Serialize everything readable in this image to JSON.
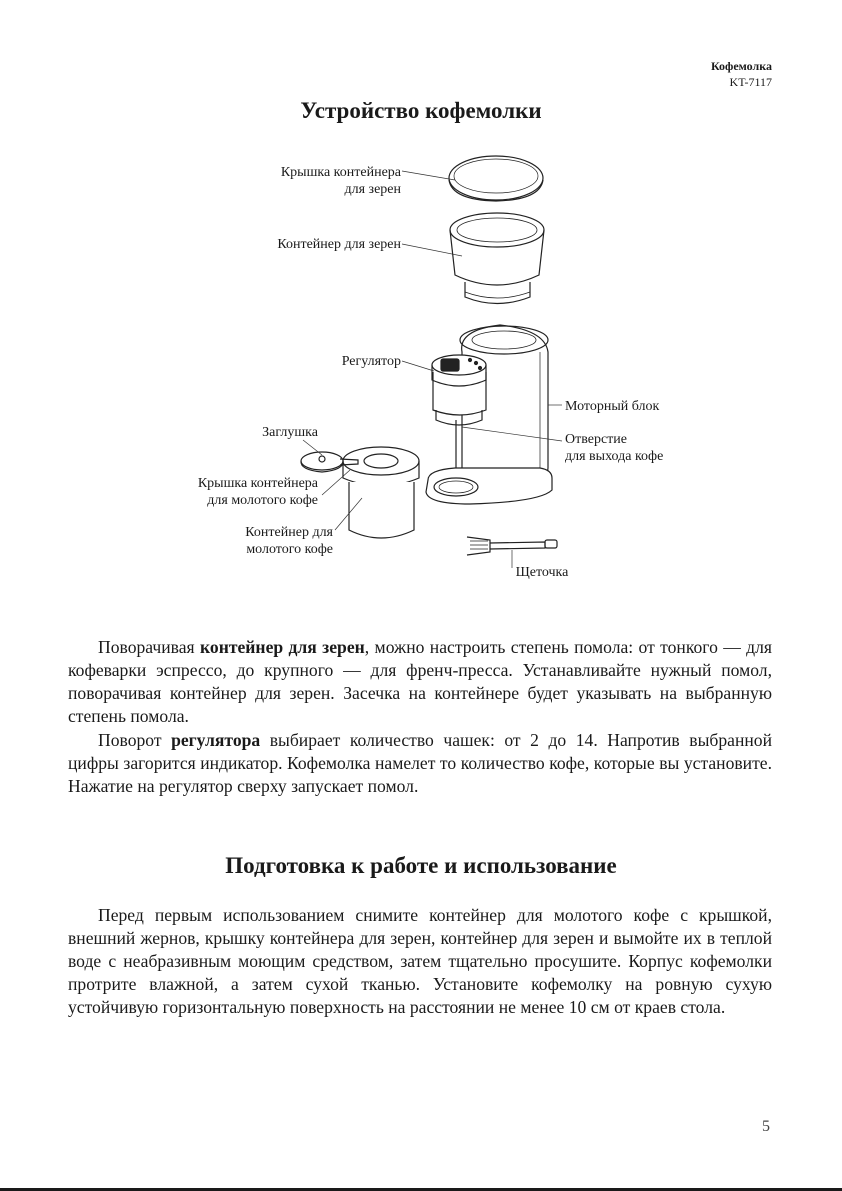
{
  "header": {
    "product": "Кофемолка",
    "model": "KT-7117"
  },
  "section1": {
    "title": "Устройство кофемолки",
    "labels": {
      "bean_lid_1": "Крышка контейнера",
      "bean_lid_2": "для зерен",
      "bean_container": "Контейнер для зерен",
      "regulator": "Регулятор",
      "motor": "Моторный блок",
      "outlet_1": "Отверстие",
      "outlet_2": "для выхода кофе",
      "plug": "Заглушка",
      "ground_lid_1": "Крышка контейнера",
      "ground_lid_2": "для молотого кофе",
      "ground_container_1": "Контейнер для",
      "ground_container_2": "молотого кофе",
      "brush": "Щеточка"
    },
    "p1": {
      "a": "Поворачивая ",
      "b": "контейнер для зерен",
      "c": ", можно настроить степень помола: от тонкого — для кофеварки эспрессо, до крупного — для френч-пресса. Устанавливайте нужный помол, поворачивая контейнер для зерен. Засечка на контейнере будет указывать на выбранную степень помола."
    },
    "p2": {
      "a": "Поворот ",
      "b": "регулятора",
      "c": " выбирает количество чашек: от 2 до 14. Напротив выбранной цифры загорится индикатор. Кофемолка намелет то количество кофе, которые вы установите. Нажатие на регулятор сверху запускает помол."
    }
  },
  "section2": {
    "title": "Подготовка к работе и использование",
    "p3": "Перед первым использованием снимите контейнер для молотого кофе с крышкой, внешний жернов, крышку контейнера для зерен, контейнер для зерен и вымойте их в теплой воде с неабразивным моющим средством, затем тщательно просушите. Корпус кофемолки протрите влажной, а затем сухой тканью. Установите кофемолку на ровную сухую устойчивую горизонтальную поверхность на расстоянии не менее 10 см от краев стола."
  },
  "page_number": "5"
}
